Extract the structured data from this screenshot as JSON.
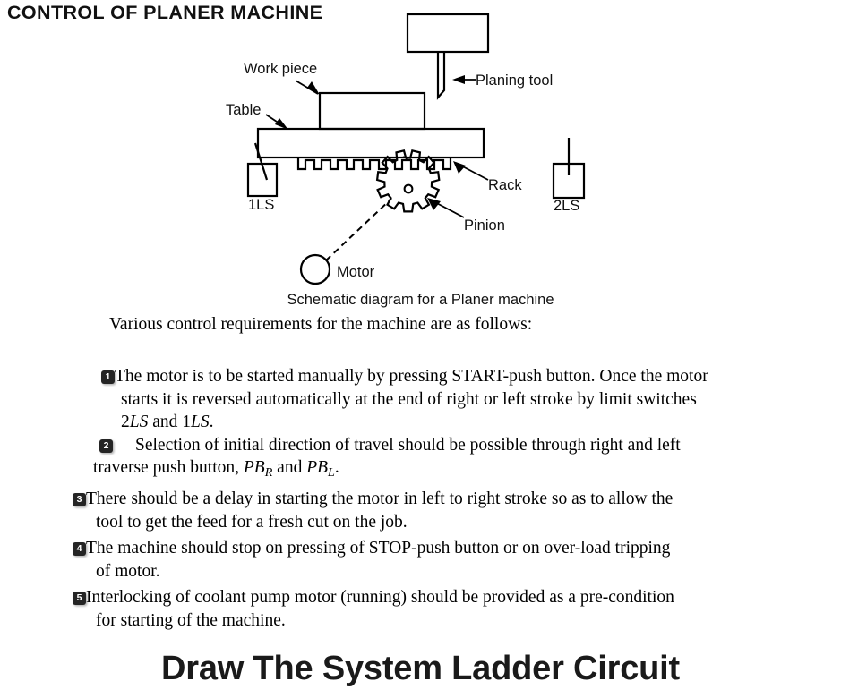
{
  "page": {
    "title": "CONTROL OF PLANER MACHINE",
    "bottom_title": "Draw The System Ladder Circuit"
  },
  "diagram": {
    "caption": "Schematic diagram for a Planer machine",
    "labels": {
      "work_piece": "Work piece",
      "table": "Table",
      "planing_tool": "Planing tool",
      "rack": "Rack",
      "pinion": "Pinion",
      "motor": "Motor",
      "limit_switch_left": "1LS",
      "limit_switch_right": "2LS"
    }
  },
  "requirements": {
    "intro": "Various control requirements for the machine are as follows:",
    "items": [
      {
        "number": "1",
        "line1": "The motor is to be started manually by pressing START-push button. Once the motor",
        "line2": "starts it is reversed automatically at the end of right or left stroke by limit switches",
        "line3_prefix": "2",
        "line3_sym1": "LS",
        "line3_mid": " and 1",
        "line3_sym2": "LS",
        "line3_suffix": "."
      },
      {
        "number": "2",
        "line1": "Selection of initial direction of travel should be possible through right and left",
        "line2_prefix": "traverse push button, ",
        "line2_sym1": "PB",
        "line2_sub1": "R",
        "line2_mid": " and ",
        "line2_sym2": "PB",
        "line2_sub2": "L",
        "line2_suffix": "."
      },
      {
        "number": "3",
        "line1": "There should be a delay in starting the motor in left to right stroke so as to allow the",
        "line2": "tool to get the feed for a fresh cut on the job."
      },
      {
        "number": "4",
        "line1": "The machine should stop on pressing of STOP-push button or on over-load tripping",
        "line2": "of motor."
      },
      {
        "number": "5",
        "line1": "Interlocking of coolant pump motor (running) should be provided as a pre-condition",
        "line2": "for starting of the machine."
      }
    ]
  },
  "colors": {
    "ink": "#000000",
    "marker_bg": "#252525",
    "marker_fg": "#ffffff",
    "background": "#ffffff"
  }
}
